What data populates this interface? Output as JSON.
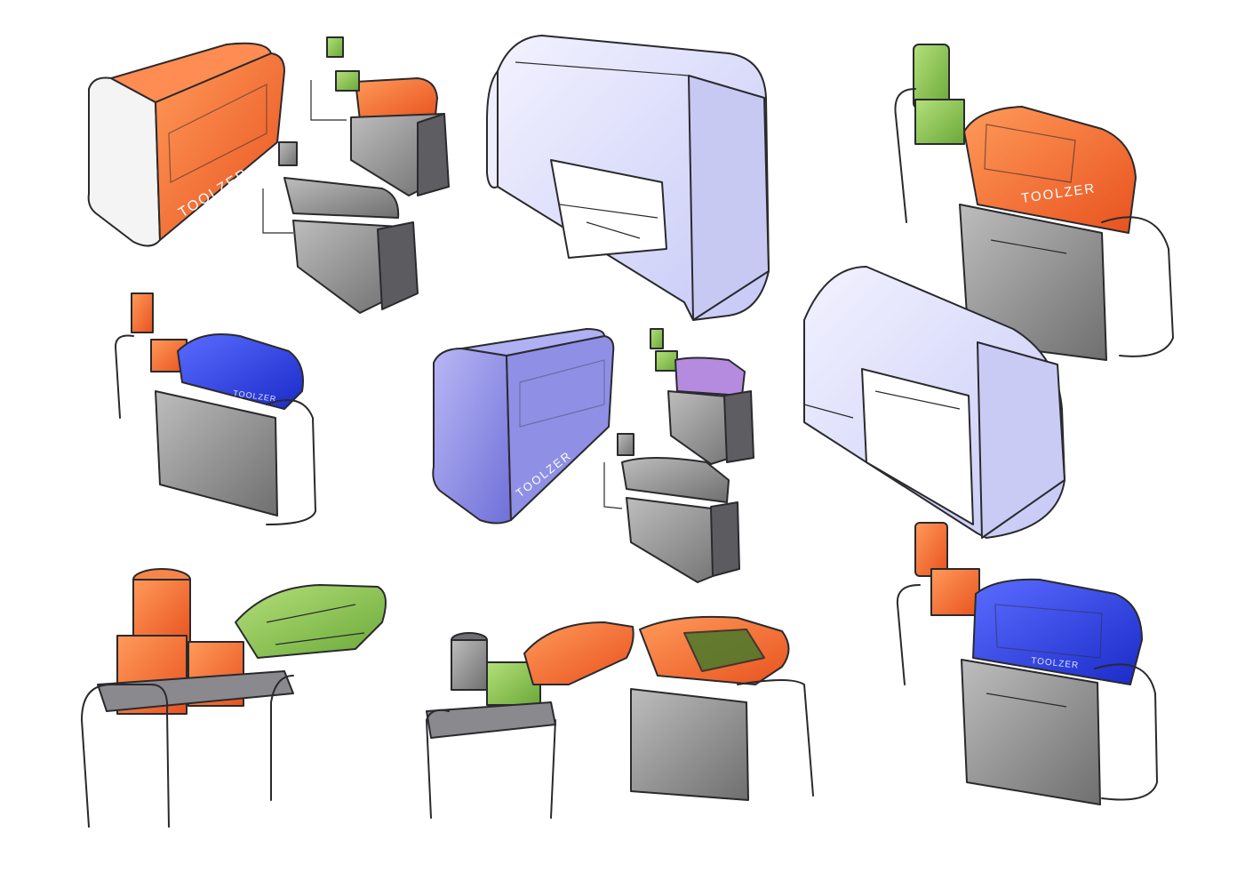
{
  "sheet": {
    "brand_label": "TOOLZER"
  },
  "sketches": [
    {
      "id": "orange-enclosure-with-open-variants",
      "accent": "#f26a2e"
    },
    {
      "id": "white-printer-enclosure",
      "accent": "#d9dbff"
    },
    {
      "id": "green-orange-framed-shredder",
      "accent": "#f2743a"
    },
    {
      "id": "blue-drum-shredder",
      "accent": "#2d3fe0"
    },
    {
      "id": "violet-enclosure-with-open-variants",
      "accent": "#8a8de8"
    },
    {
      "id": "white-rounded-enclosure",
      "accent": "#e4e5fb"
    },
    {
      "id": "orange-motor-green-drum-closeup",
      "accent": "#8bc34a"
    },
    {
      "id": "gray-motor-orange-drum",
      "accent": "#f26a2e"
    },
    {
      "id": "orange-blue-framed-shredder",
      "accent": "#3a4fe6"
    }
  ],
  "colors": {
    "orange": "#f26a2e",
    "green": "#7cc043",
    "blue": "#2d3fe0",
    "violet": "#8f8fe0",
    "lilac": "#dcdcff",
    "gray": "#8a8a8a",
    "dark_frame": "#4a4a4e"
  }
}
